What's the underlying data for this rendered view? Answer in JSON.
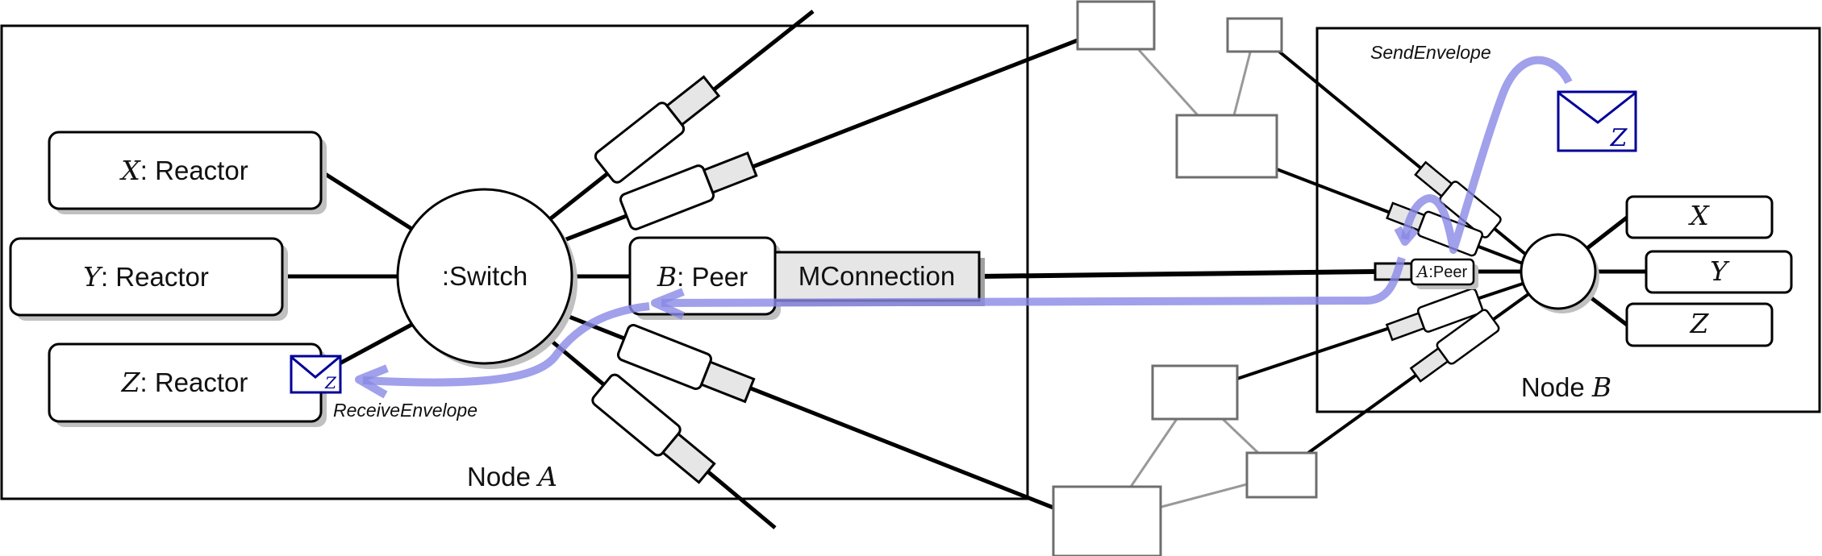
{
  "diagram": {
    "node_a": {
      "label_prefix": "Node ",
      "label_var": "A",
      "switch_label": ":Switch",
      "reactors": [
        {
          "var": "X",
          "suffix": ": Reactor"
        },
        {
          "var": "Y",
          "suffix": ": Reactor"
        },
        {
          "var": "Z",
          "suffix": ": Reactor"
        }
      ],
      "peer": {
        "var": "B",
        "suffix": ": Peer"
      },
      "connection_label": "MConnection",
      "envelope_letter": "Z",
      "receive_label": "ReceiveEnvelope"
    },
    "node_b": {
      "label_prefix": "Node ",
      "label_var": "B",
      "reactors": [
        "X",
        "Y",
        "Z"
      ],
      "peer": {
        "var": "A",
        "suffix": ":Peer"
      },
      "envelope_letter": "Z",
      "send_label": "SendEnvelope"
    },
    "colors": {
      "flow_arrow": "#8888e6",
      "envelope": "#000099",
      "connection_fill": "#e6e6e6",
      "network_box_stroke": "#6e6e6e",
      "network_link": "#999999",
      "shadow": "#c0c0c0"
    }
  }
}
